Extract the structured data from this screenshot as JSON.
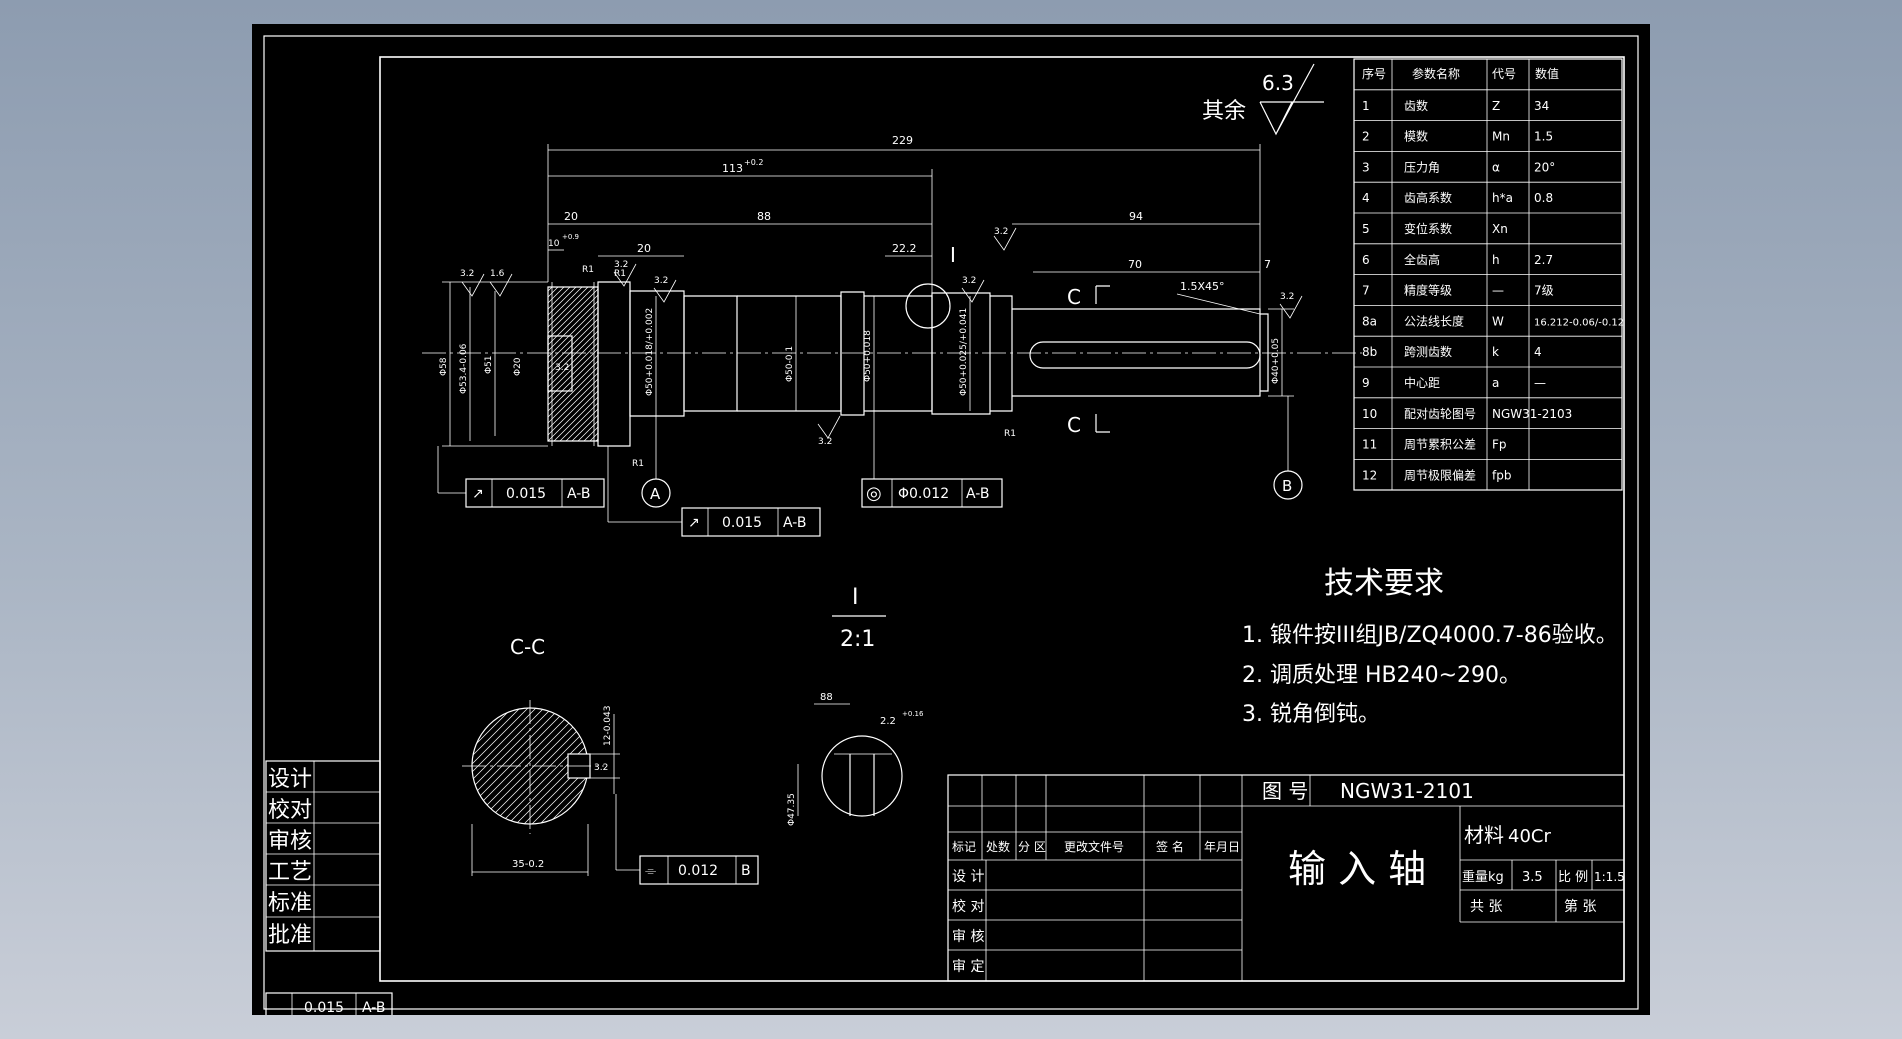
{
  "drawing": {
    "surface_roughness": {
      "prefix": "其余",
      "value": "6.3"
    },
    "param_table": {
      "headers": [
        "序号",
        "参数名称",
        "代号",
        "数值"
      ],
      "rows": [
        [
          "1",
          "齿数",
          "Z",
          "34"
        ],
        [
          "2",
          "模数",
          "Mn",
          "1.5"
        ],
        [
          "3",
          "压力角",
          "α",
          "20°"
        ],
        [
          "4",
          "齿高系数",
          "h*a",
          "0.8"
        ],
        [
          "5",
          "变位系数",
          "Xn",
          ""
        ],
        [
          "6",
          "全齿高",
          "h",
          "2.7"
        ],
        [
          "7",
          "精度等级",
          "—",
          "7级"
        ],
        [
          "8a",
          "公法线长度",
          "W",
          "16.212-0.06/-0.12"
        ],
        [
          "8b",
          "跨测齿数",
          "k",
          "4"
        ],
        [
          "9",
          "中心距",
          "a",
          "—"
        ],
        [
          "10",
          "配对齿轮图号",
          "NGW31-2103",
          ""
        ],
        [
          "11",
          "周节累积公差",
          "Fp",
          ""
        ],
        [
          "12",
          "周节极限偏差",
          "fpb",
          ""
        ]
      ]
    },
    "dims": {
      "d229": "229",
      "d113": "113",
      "d113_tol": "+0.2",
      "d20a": "20",
      "d88": "88",
      "d94": "94",
      "d20b": "20",
      "d10": "10",
      "d10_tol": "+0.9",
      "d22": "22.2",
      "d70": "70",
      "d7": "7",
      "chamfer": "1.5X45°",
      "r1a": "R1",
      "r1b": "R1",
      "r1c": "R1",
      "r1d": "R1",
      "d58": "Φ58",
      "d53": "Φ53.4-0.06",
      "d51": "Φ51",
      "d20hole": "Φ20",
      "d50a": "Φ50+0.018/+0.002",
      "d50b": "Φ50-0.1",
      "d50c": "Φ50+0.018",
      "d50d": "Φ50+0.025/+0.041",
      "d40": "Φ40+0.05",
      "r32": "3.2",
      "r16": "1.6",
      "label_I": "I",
      "label_C": "C"
    },
    "tolerances": {
      "runout1": {
        "sym": "↗",
        "value": "0.015",
        "datum": "A-B"
      },
      "runout2": {
        "sym": "↗",
        "value": "0.015",
        "datum": "A-B"
      },
      "coax": {
        "sym": "◎",
        "value": "Φ0.012",
        "datum": "A-B"
      },
      "sym": {
        "sym": "⌯",
        "value": "0.012",
        "datum": "B"
      },
      "datum_a": "A",
      "datum_b": "B"
    },
    "section_cc": {
      "label": "C-C",
      "d35": "35-0.2",
      "d12": "12-0.043",
      "r32": "3.2"
    },
    "detail_i": {
      "label": "I",
      "scale": "2:1",
      "d88": "88",
      "d22": "2.2",
      "d22_tol": "+0.16",
      "d47": "Φ47.35"
    },
    "tech_req": {
      "title": "技术要求",
      "items": [
        "1. 锻件按III组JB/ZQ4000.7-86验收。",
        "2. 调质处理 HB240~290。",
        "3. 锐角倒钝。"
      ]
    },
    "left_stamp": [
      "设计",
      "校对",
      "审核",
      "工艺",
      "标准",
      "批准"
    ],
    "title_block": {
      "drawing_no_label": "图 号",
      "drawing_no": "NGW31-2101",
      "part_name": "输 入 轴",
      "material_label": "材料",
      "material": "40Cr",
      "weight_label": "重量kg",
      "weight": "3.5",
      "scale_label": "比 例",
      "scale": "1:1.5",
      "sheets": "共  张",
      "sheet": "第  张",
      "rev_headers": [
        "标记",
        "处数",
        "分 区",
        "更改文件号",
        "签 名",
        "年月日"
      ],
      "signers": [
        "设 计",
        "校 对",
        "审 核",
        "审 定"
      ]
    },
    "bottom_partial": {
      "value": "0.015",
      "datum": "A-B"
    }
  }
}
